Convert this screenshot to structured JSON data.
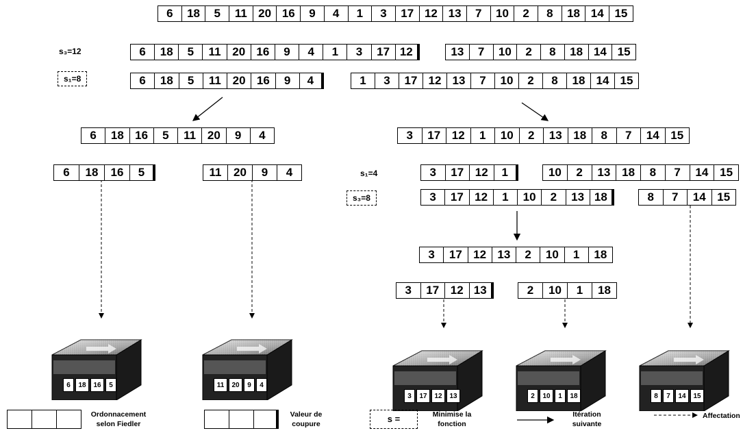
{
  "top_sequence": [
    "6",
    "18",
    "5",
    "11",
    "20",
    "16",
    "9",
    "4",
    "1",
    "3",
    "17",
    "12",
    "13",
    "7",
    "10",
    "2",
    "8",
    "18",
    "14",
    "15"
  ],
  "level1": {
    "s3_label": "s₃=12",
    "s3_left": [
      "6",
      "18",
      "5",
      "11",
      "20",
      "16",
      "9",
      "4",
      "1",
      "3",
      "17",
      "12"
    ],
    "s3_right": [
      "13",
      "7",
      "10",
      "2",
      "8",
      "18",
      "14",
      "15"
    ],
    "s1_label": "s₁=8",
    "s1_left": [
      "6",
      "18",
      "5",
      "11",
      "20",
      "16",
      "9",
      "4"
    ],
    "s1_right": [
      "1",
      "3",
      "17",
      "12",
      "13",
      "7",
      "10",
      "2",
      "8",
      "18",
      "14",
      "15"
    ]
  },
  "left_branch": {
    "reordered": [
      "6",
      "18",
      "16",
      "5",
      "11",
      "20",
      "9",
      "4"
    ],
    "part_a": [
      "6",
      "18",
      "16",
      "5"
    ],
    "part_b": [
      "11",
      "20",
      "9",
      "4"
    ]
  },
  "right_branch": {
    "reordered": [
      "3",
      "17",
      "12",
      "1",
      "10",
      "2",
      "13",
      "18",
      "8",
      "7",
      "14",
      "15"
    ],
    "s1_label": "s₁=4",
    "s1_left": [
      "3",
      "17",
      "12",
      "1"
    ],
    "s1_right": [
      "10",
      "2",
      "13",
      "18",
      "8",
      "7",
      "14",
      "15"
    ],
    "s3_label": "s₃=8",
    "s3_left": [
      "3",
      "17",
      "12",
      "1",
      "10",
      "2",
      "13",
      "18"
    ],
    "s3_right": [
      "8",
      "7",
      "14",
      "15"
    ],
    "sub_reordered": [
      "3",
      "17",
      "12",
      "13",
      "2",
      "10",
      "1",
      "18"
    ],
    "sub_a": [
      "3",
      "17",
      "12",
      "13"
    ],
    "sub_b": [
      "2",
      "10",
      "1",
      "18"
    ]
  },
  "servers": [
    [
      "6",
      "18",
      "16",
      "5"
    ],
    [
      "11",
      "20",
      "9",
      "4"
    ],
    [
      "3",
      "17",
      "12",
      "13"
    ],
    [
      "2",
      "10",
      "1",
      "18"
    ],
    [
      "8",
      "7",
      "14",
      "15"
    ]
  ],
  "legend": {
    "ordering": "Ordonnacement\nselon Fiedler",
    "cut_value": "Valeur de\ncoupure",
    "s_eq": "s =",
    "minimise": "Minimise la\nfonction",
    "next_iter": "Itération\nsuivante",
    "affect": "Affectation"
  }
}
